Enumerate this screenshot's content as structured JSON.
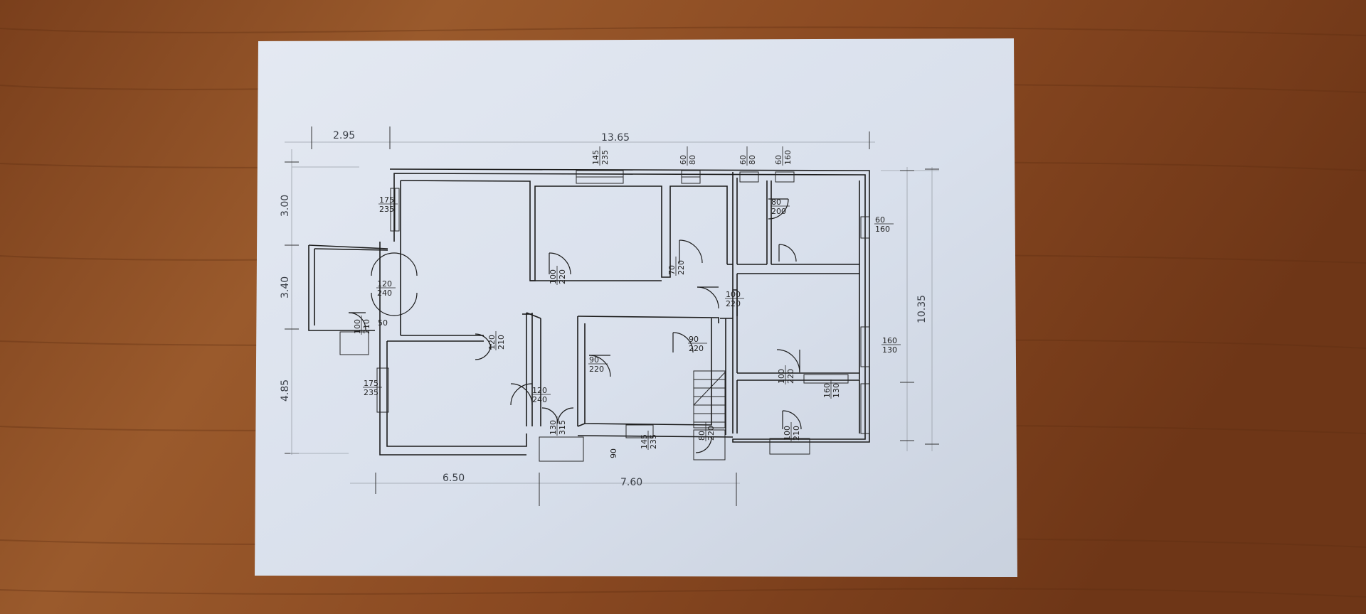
{
  "dimensions": {
    "top_left": "2.95",
    "top_total": "13.65",
    "left_upper": "3.00",
    "left_middle": "3.40",
    "left_lower": "4.85",
    "right_total": "10.35",
    "bottom_left": "6.50",
    "bottom_right": "7.60",
    "bottom_step": "90"
  },
  "openings": [
    {
      "top": "175",
      "bottom": "235"
    },
    {
      "top": "145",
      "bottom": "235"
    },
    {
      "top": "60",
      "bottom": "80"
    },
    {
      "top": "60",
      "bottom": "80"
    },
    {
      "top": "60",
      "bottom": "160"
    },
    {
      "top": "80",
      "bottom": "200"
    },
    {
      "top": "60",
      "bottom": "160"
    },
    {
      "top": "100",
      "bottom": "220"
    },
    {
      "top": "70",
      "bottom": "220"
    },
    {
      "top": "100",
      "bottom": "220"
    },
    {
      "top": "120",
      "bottom": "240"
    },
    {
      "top": "120",
      "bottom": "210"
    },
    {
      "top": "100",
      "bottom": "210"
    },
    {
      "top": "90",
      "bottom": "220"
    },
    {
      "top": "90",
      "bottom": "220"
    },
    {
      "top": "160",
      "bottom": "130"
    },
    {
      "top": "100",
      "bottom": "220"
    },
    {
      "top": "160",
      "bottom": "130"
    },
    {
      "top": "175",
      "bottom": "235"
    },
    {
      "top": "120",
      "bottom": "240"
    },
    {
      "top": "130",
      "bottom": "315"
    },
    {
      "top": "145",
      "bottom": "235"
    },
    {
      "top": "80",
      "bottom": "220"
    },
    {
      "top": "100",
      "bottom": "210"
    }
  ],
  "small_mark": "50"
}
